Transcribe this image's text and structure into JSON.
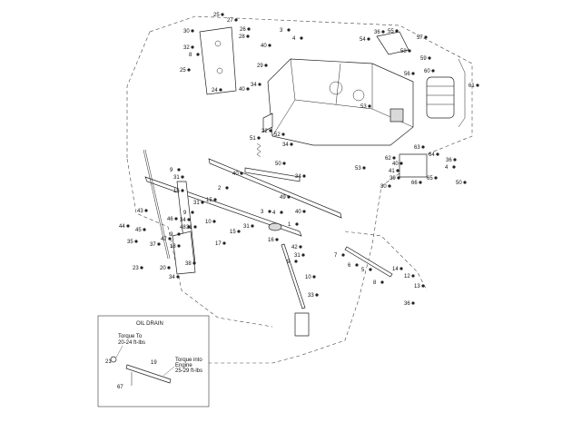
{
  "callouts": [
    "25",
    "27",
    "30",
    "26",
    "28",
    "32",
    "8",
    "40",
    "29",
    "25",
    "24",
    "34",
    "40",
    "3",
    "4",
    "36",
    "55",
    "54",
    "57",
    "58",
    "59",
    "60",
    "56",
    "61",
    "53",
    "22",
    "52",
    "51",
    "34",
    "50",
    "53",
    "9",
    "31",
    "2",
    "40",
    "34",
    "16",
    "15",
    "31",
    "9",
    "49",
    "40",
    "31",
    "9",
    "46",
    "10",
    "44",
    "45",
    "48",
    "35",
    "47",
    "43",
    "34",
    "37",
    "17",
    "18",
    "23",
    "20",
    "38",
    "34",
    "1",
    "4",
    "15",
    "31",
    "16",
    "3",
    "42",
    "31",
    "9",
    "10",
    "7",
    "6",
    "5",
    "14",
    "8",
    "12",
    "13",
    "36",
    "33",
    "62",
    "63",
    "64",
    "40",
    "41",
    "39",
    "36",
    "4",
    "65",
    "30",
    "66",
    "50"
  ],
  "inset": {
    "title": "OIL DRAIN",
    "note1_line1": "Torque To",
    "note1_line2": "20-24 ft-lbs",
    "note2_line1": "Torque into",
    "note2_line2": "Engine",
    "note2_line3": "25-29 ft-lbs",
    "labels": [
      "21",
      "19",
      "67"
    ]
  }
}
